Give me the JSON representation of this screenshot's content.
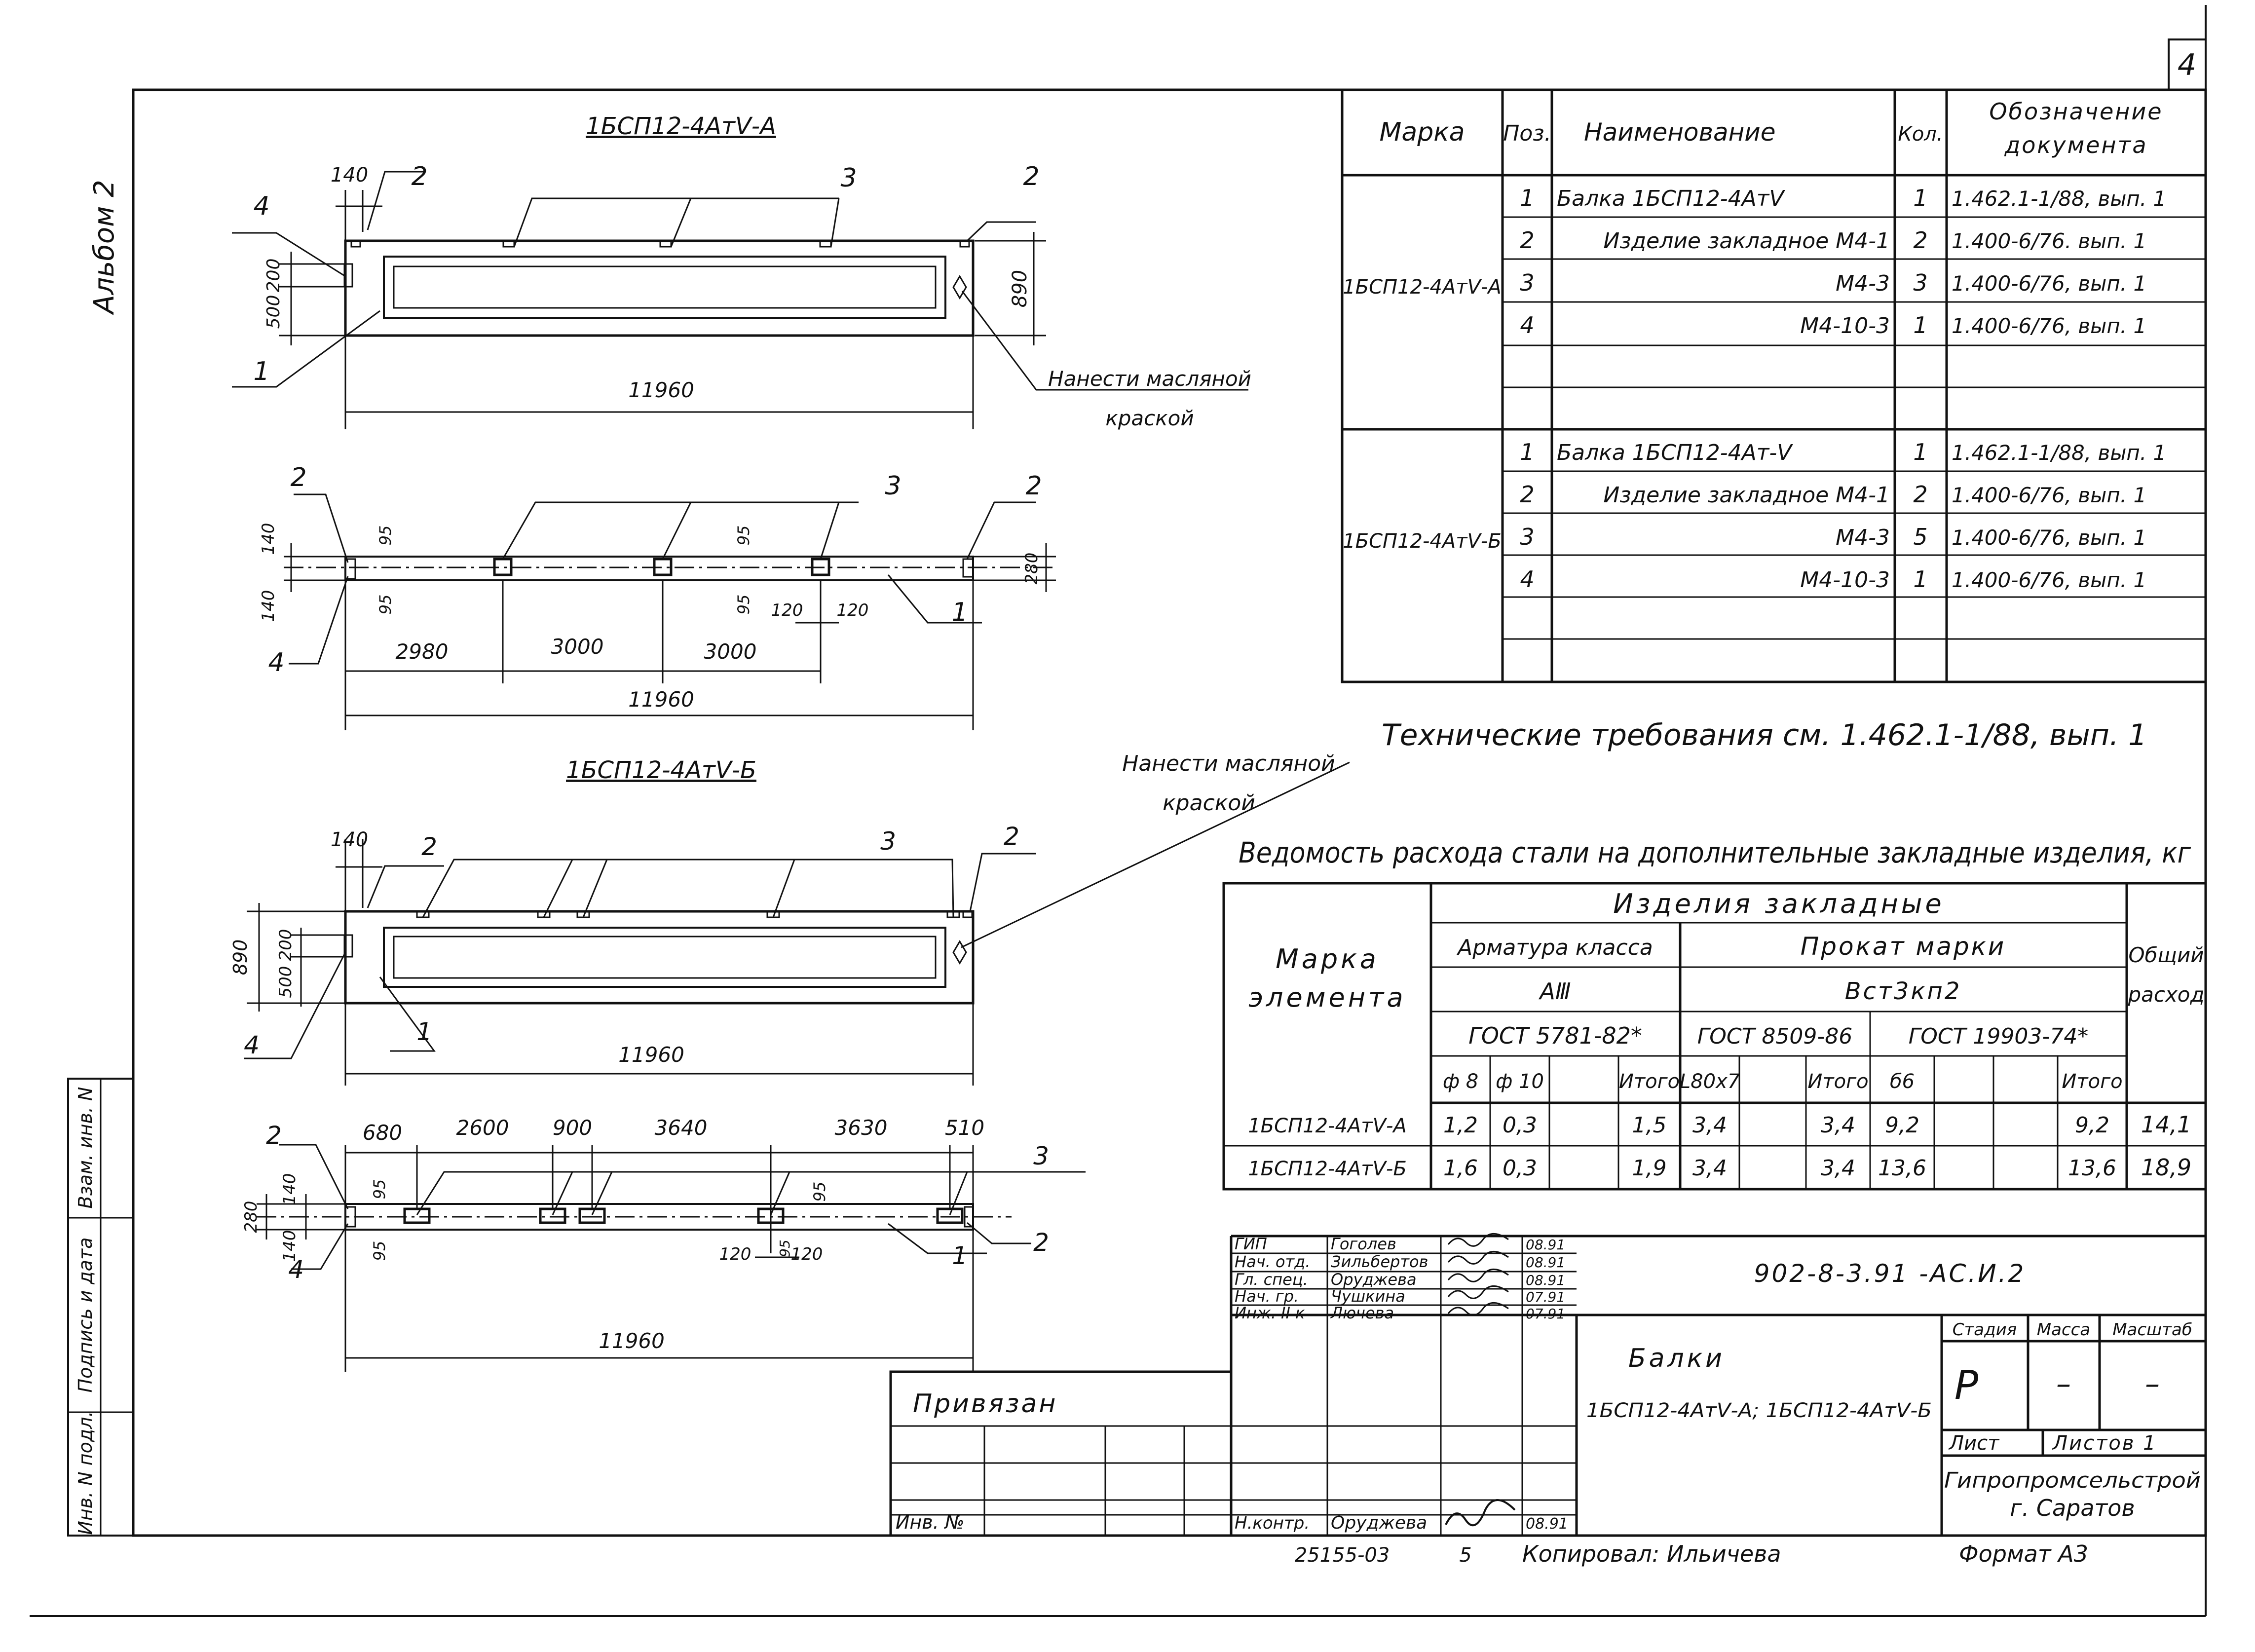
{
  "sheet": {
    "page_number": "4",
    "album_label": "Альбом 2",
    "side_stamp": [
      "Инв. N подл.",
      "Подпись и дата",
      "Взам. инв. N"
    ]
  },
  "drawing_a": {
    "title": "1БСП12-4АтⅤ-А",
    "plan_dims": {
      "d140": "140",
      "d200": "200",
      "d500": "500",
      "d890": "890",
      "length": "11960"
    },
    "plan_callouts": [
      "4",
      "2",
      "3",
      "2",
      "1"
    ],
    "paint_note": [
      "Нанести масляной",
      "краской"
    ],
    "side_dims": {
      "d140a": "140",
      "d140b": "140",
      "d95a": "95",
      "d95b": "95",
      "d95c": "95",
      "d95d": "95",
      "d280": "280",
      "spans": [
        "2980",
        "3000",
        "3000"
      ],
      "d120a": "120",
      "d120b": "120",
      "length": "11960"
    },
    "side_callouts": [
      "2",
      "3",
      "2",
      "4",
      "1"
    ]
  },
  "drawing_b": {
    "title": "1БСП12-4АтⅤ-Б",
    "paint_note": [
      "Нанести масляной",
      "краской"
    ],
    "plan_dims": {
      "d140": "140",
      "d890": "890",
      "d200": "200",
      "d500": "500",
      "length": "11960"
    },
    "plan_callouts": [
      "2",
      "3",
      "2",
      "4",
      "1"
    ],
    "side_dims": {
      "spans": [
        "680",
        "2600",
        "900",
        "3640",
        "3630",
        "510"
      ],
      "d140a": "140",
      "d140b": "140",
      "d280": "280",
      "d95a": "95",
      "d95b": "95",
      "d95c": "95",
      "d95d": "95",
      "d120a": "120",
      "d120b": "120",
      "length": "11960"
    },
    "side_callouts": [
      "2",
      "3",
      "2",
      "4",
      "1"
    ]
  },
  "spec_table": {
    "headers": [
      "Марка",
      "Поз.",
      "Наименование",
      "Кол.",
      "Обозначение документа"
    ],
    "groups": [
      {
        "mark": "1БСП12-4АтⅤ-А",
        "rows": [
          [
            "1",
            "Балка 1БСП12-4АтⅤ",
            "1",
            "1.462.1-1/88, вып. 1"
          ],
          [
            "2",
            "Изделие закладное М4-1",
            "2",
            "1.400-6/76. вып. 1"
          ],
          [
            "3",
            "М4-3",
            "3",
            "1.400-6/76, вып. 1"
          ],
          [
            "4",
            "М4-10-3",
            "1",
            "1.400-6/76, вып. 1"
          ]
        ]
      },
      {
        "mark": "1БСП12-4АтⅤ-Б",
        "rows": [
          [
            "1",
            "Балка 1БСП12-4Ат-Ⅴ",
            "1",
            "1.462.1-1/88, вып. 1"
          ],
          [
            "2",
            "Изделие закладное М4-1",
            "2",
            "1.400-6/76, вып. 1"
          ],
          [
            "3",
            "М4-3",
            "5",
            "1.400-6/76, вып. 1"
          ],
          [
            "4",
            "М4-10-3",
            "1",
            "1.400-6/76, вып. 1"
          ]
        ]
      }
    ]
  },
  "tech_requirements": "Технические требования см. 1.462.1-1/88, вып. 1",
  "steel_table": {
    "title": "Ведомость расхода стали на дополнительные закладные изделия, кг",
    "h_mark": [
      "Марка",
      "элемента"
    ],
    "h_group": "Изделия закладные",
    "h_total": [
      "Общий",
      "расход"
    ],
    "h_rebar": "Арматура класса",
    "h_rebar_class": "АⅢ",
    "h_rebar_gost": "ГОСТ 5781-82*",
    "h_rolled": "Прокат марки",
    "h_rolled_grade": "Вст3кп2",
    "h_rolled_gost1": "ГОСТ 8509-86",
    "h_rolled_gost2": "ГОСТ 19903-74*",
    "h_cols": [
      "ф 8",
      "ф 10",
      "",
      "Итого",
      "L80x7",
      "",
      "Итого",
      "б6",
      "",
      "",
      "Итого"
    ],
    "rows": [
      [
        "1БСП12-4АтⅤ-А",
        "1,2",
        "0,3",
        "",
        "1,5",
        "3,4",
        "",
        "3,4",
        "9,2",
        "",
        "",
        "9,2",
        "14,1"
      ],
      [
        "1БСП12-4АтⅤ-Б",
        "1,6",
        "0,3",
        "",
        "1,9",
        "3,4",
        "",
        "3,4",
        "13,6",
        "",
        "",
        "13,6",
        "18,9"
      ]
    ]
  },
  "title_block": {
    "code": "902-8-3.91 -АС.И.2",
    "staff": [
      [
        "ГИП",
        "Гоголев",
        "08.91"
      ],
      [
        "Нач. отд.",
        "Зильбертов",
        "08.91"
      ],
      [
        "Гл. спец.",
        "Оруджева",
        "08.91"
      ],
      [
        "Нач. гр.",
        "Чушкина",
        "07.91"
      ],
      [
        "Инж. II к",
        "Лючева",
        "07.91"
      ]
    ],
    "norm_control": [
      "Н.контр.",
      "Оруджева",
      "08.91"
    ],
    "privyazan": "Привязан",
    "inv_no": "Инв. №",
    "name": "Балки",
    "name_marks": "1БСП12-4АтⅤ-А; 1БСП12-4АтⅤ-Б",
    "h_stage": "Стадия",
    "h_mass": "Масса",
    "h_scale": "Масштаб",
    "stage": "Р",
    "mass": "–",
    "scale": "–",
    "sheet_label": "Лист",
    "sheets_label": "Листов 1",
    "org": "Гипропромсельстрой",
    "city": "г. Саратов",
    "copied": "Копировал: Ильичева",
    "format": "Формат А3",
    "print_no": "25155-03",
    "print_sub": "5"
  }
}
